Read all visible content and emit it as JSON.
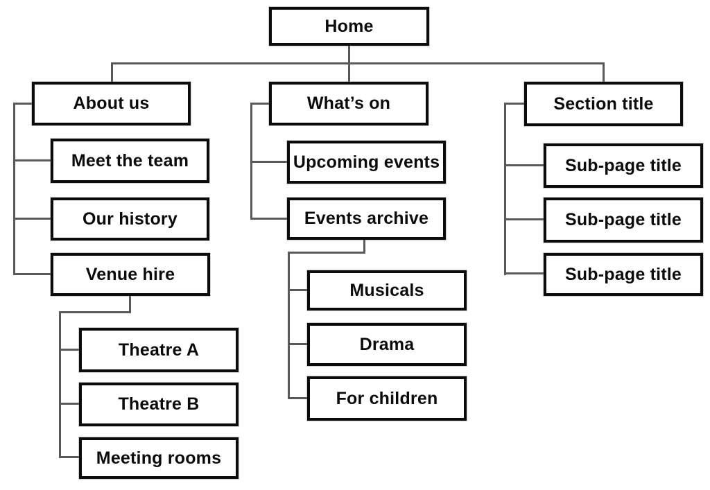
{
  "diagram": {
    "kind": "website-sitemap-tree",
    "colors": {
      "background": "#ffffff",
      "box_fill": "#ffffff",
      "box_border": "#0b0b0b",
      "connector": "#595959",
      "text": "#0b0b0b"
    }
  },
  "tree": {
    "label": "Home",
    "children": [
      {
        "label": "About us",
        "children": [
          {
            "label": "Meet the team"
          },
          {
            "label": "Our history"
          },
          {
            "label": "Venue hire",
            "children": [
              {
                "label": "Theatre A"
              },
              {
                "label": "Theatre B"
              },
              {
                "label": "Meeting rooms"
              }
            ]
          }
        ]
      },
      {
        "label": "What’s on",
        "children": [
          {
            "label": "Upcoming events"
          },
          {
            "label": "Events archive",
            "children": [
              {
                "label": "Musicals"
              },
              {
                "label": "Drama"
              },
              {
                "label": "For children"
              }
            ]
          }
        ]
      },
      {
        "label": "Section title",
        "children": [
          {
            "label": "Sub-page title"
          },
          {
            "label": "Sub-page title"
          },
          {
            "label": "Sub-page title"
          }
        ]
      }
    ]
  }
}
